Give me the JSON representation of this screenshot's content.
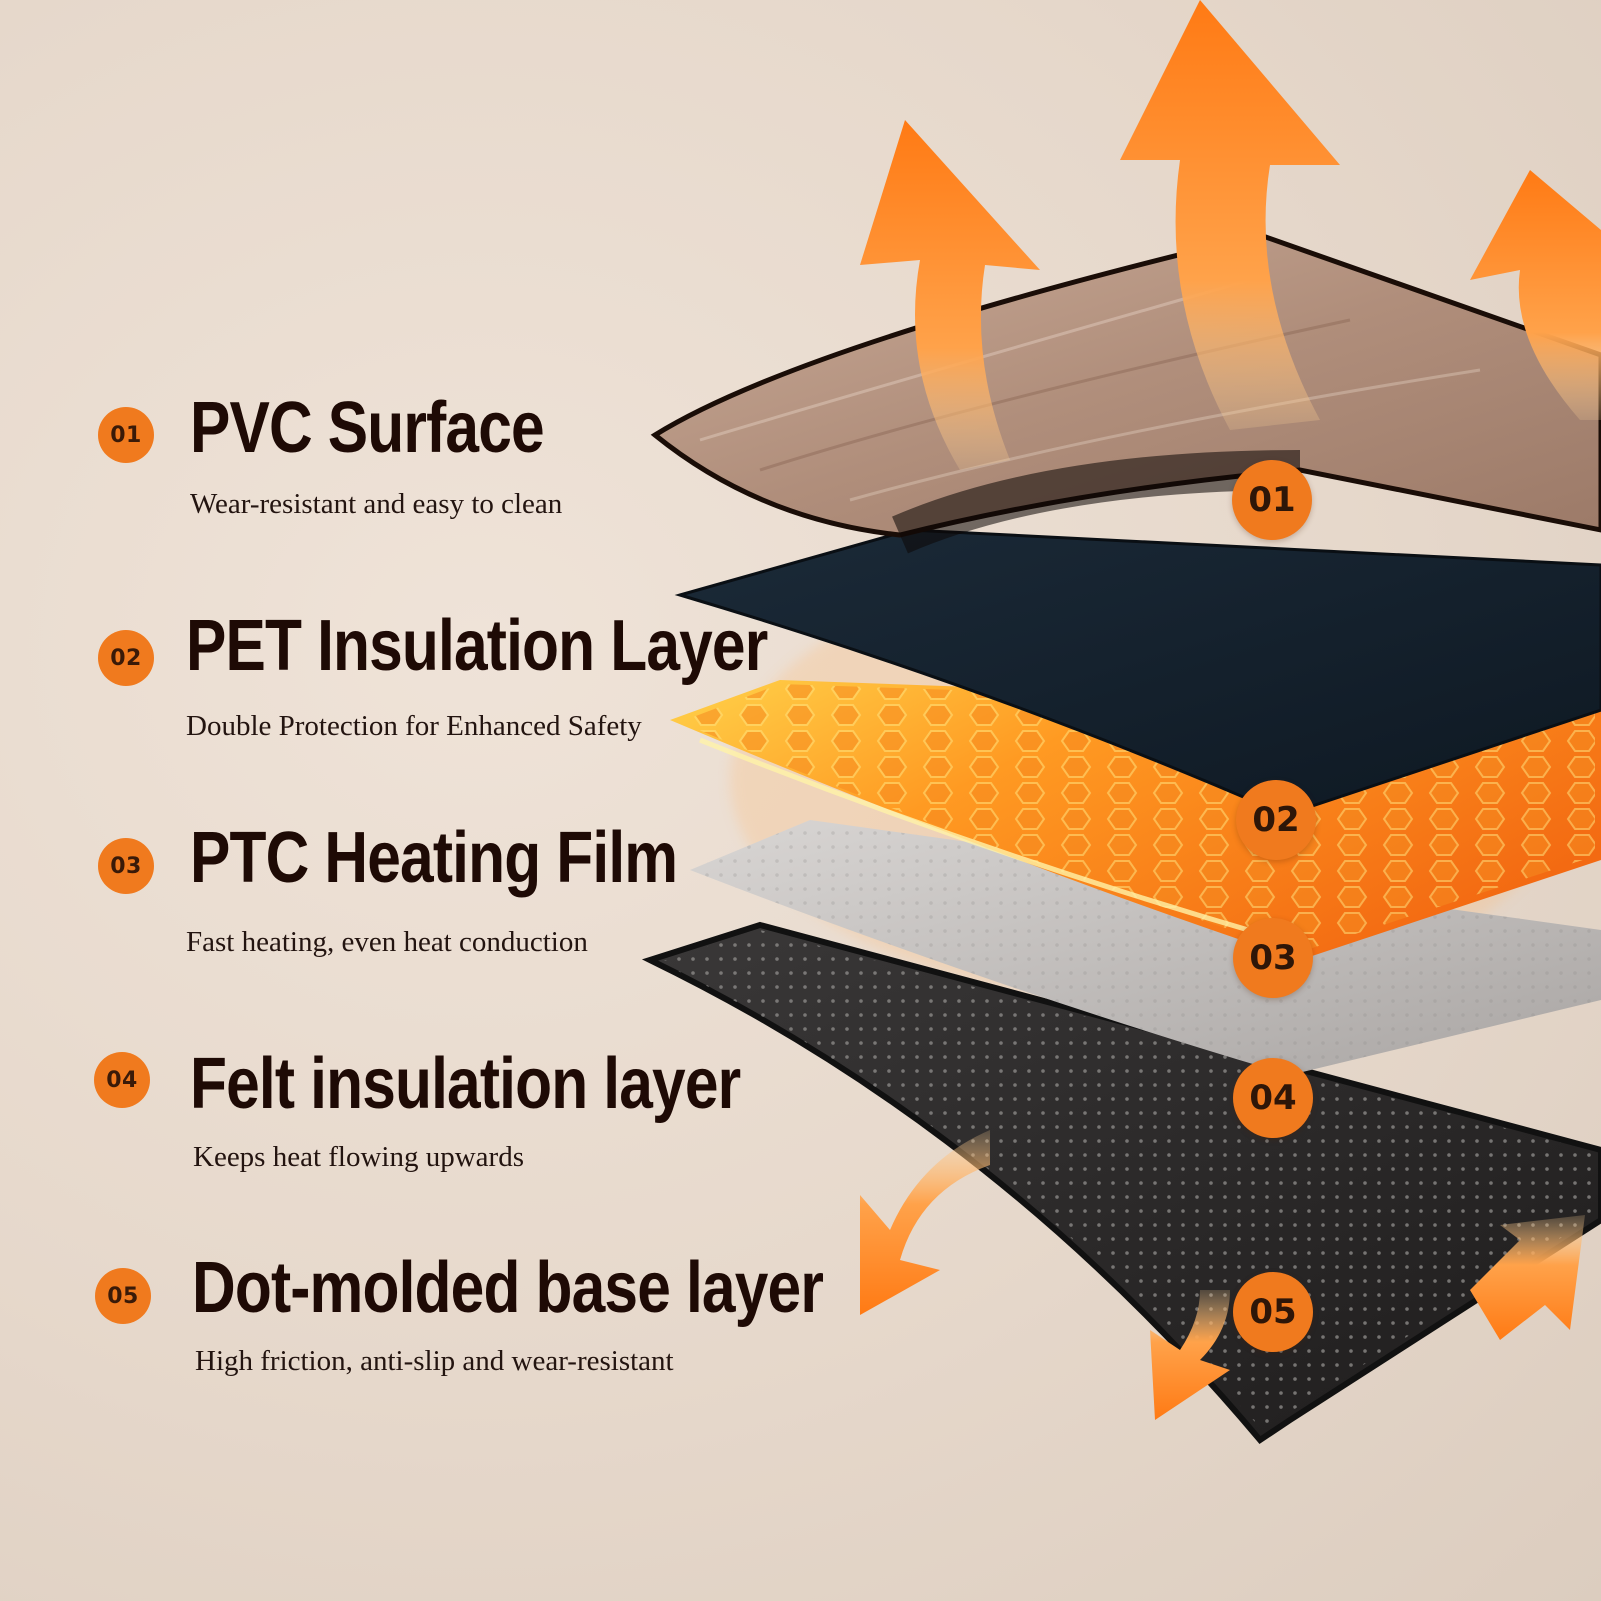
{
  "colors": {
    "background": "#e8dccf",
    "accent_orange": "#f07a1e",
    "title_text": "#1e0a05",
    "subtitle_text": "#231410"
  },
  "features": [
    {
      "number": "01",
      "title": "PVC Surface",
      "subtitle": "Wear-resistant and easy to clean"
    },
    {
      "number": "02",
      "title": "PET Insulation Layer",
      "subtitle": "Double Protection for Enhanced Safety"
    },
    {
      "number": "03",
      "title": "PTC Heating Film",
      "subtitle": "Fast heating, even heat conduction"
    },
    {
      "number": "04",
      "title": "Felt insulation layer",
      "subtitle": "Keeps heat flowing upwards"
    },
    {
      "number": "05",
      "title": "Dot-molded base layer",
      "subtitle": "High friction, anti-slip and wear-resistant"
    }
  ],
  "layer_badges": [
    "01",
    "02",
    "03",
    "04",
    "05"
  ],
  "icons": {
    "heat_arrows": "heat-flow-arrow-icon"
  }
}
